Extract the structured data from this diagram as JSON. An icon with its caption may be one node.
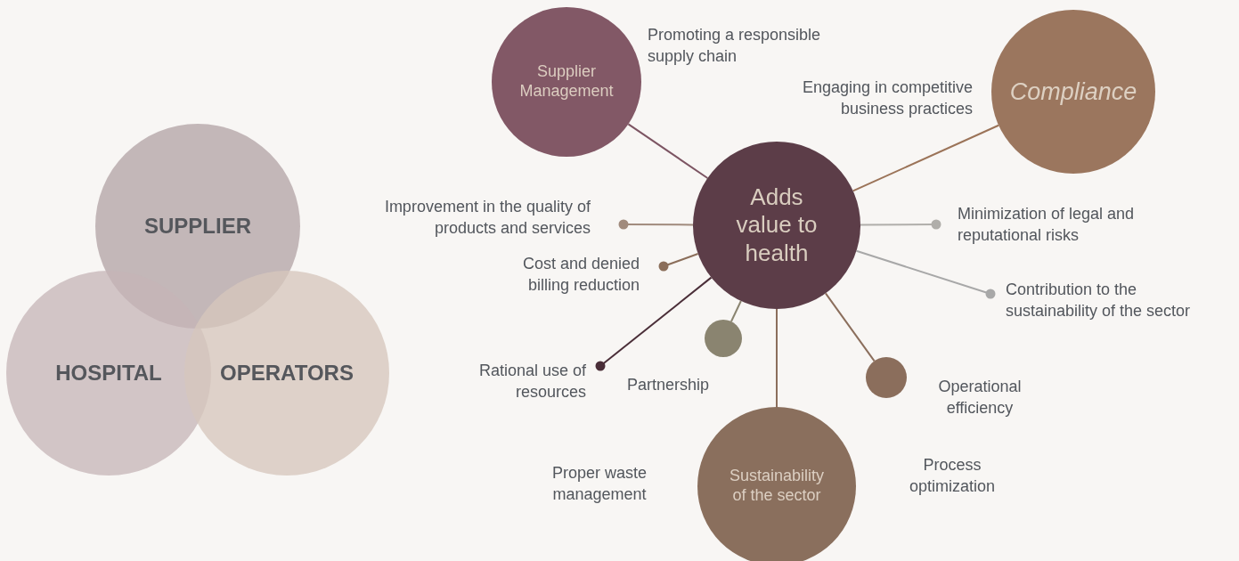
{
  "diagram": {
    "nodes": [
      {
        "text": [
          "Supplier Management"
        ],
        "beside": [
          "Promoting a responsible supply chain"
        ]
      },
      {
        "text": [
          "Compliance"
        ],
        "beside": [
          "Engaging in competitive business practices"
        ]
      },
      {
        "text": [
          "SUPPLIER"
        ]
      },
      {
        "text": [
          "Adds value to health"
        ]
      },
      {
        "text": [
          "Improvement in the quality of products and services"
        ]
      },
      {
        "text": [
          "Minimization of legal and reputational risks"
        ]
      },
      {
        "text": [
          "Cost and denied billing reduction"
        ]
      },
      {
        "text": [
          "Contribution to the sustainability of the sector"
        ]
      },
      {
        "text": [],
        "shape": "circle",
        "beside": [
          "Partnership"
        ]
      },
      {
        "text": [],
        "shape": "circle",
        "beside": [
          "Operational efficiency"
        ]
      },
      {
        "text": [
          "HOSPITAL"
        ]
      },
      {
        "text": [
          "OPERATORS"
        ]
      },
      {
        "text": [
          "Rational use of resources"
        ]
      },
      {
        "text": [
          "Sustainability of the sector"
        ],
        "beside": [
          "Proper waste management",
          "Process optimization"
        ]
      }
    ],
    "edges": [
      {
        "from": 3,
        "to": 0,
        "arrow": "none",
        "color": "#7c5462"
      },
      {
        "from": 3,
        "to": 1,
        "arrow": "none",
        "color": "#9b7358"
      },
      {
        "from": 3,
        "to": 4,
        "arrow": "other",
        "color": "#a08a7c"
      },
      {
        "from": 3,
        "to": 5,
        "arrow": "other",
        "color": "#b0aeaa"
      },
      {
        "from": 3,
        "to": 6,
        "arrow": "other",
        "color": "#8b6e5a"
      },
      {
        "from": 3,
        "to": 7,
        "arrow": "other",
        "color": "#a8a8a8"
      },
      {
        "from": 3,
        "to": 8,
        "arrow": "none",
        "color": "#8a8470"
      },
      {
        "from": 3,
        "to": 9,
        "arrow": "none",
        "color": "#8b6e5c"
      },
      {
        "from": 3,
        "to": 12,
        "arrow": "other",
        "color": "#4a2e38"
      },
      {
        "from": 3,
        "to": 13,
        "arrow": "none",
        "color": "#8b6e5c"
      }
    ]
  }
}
